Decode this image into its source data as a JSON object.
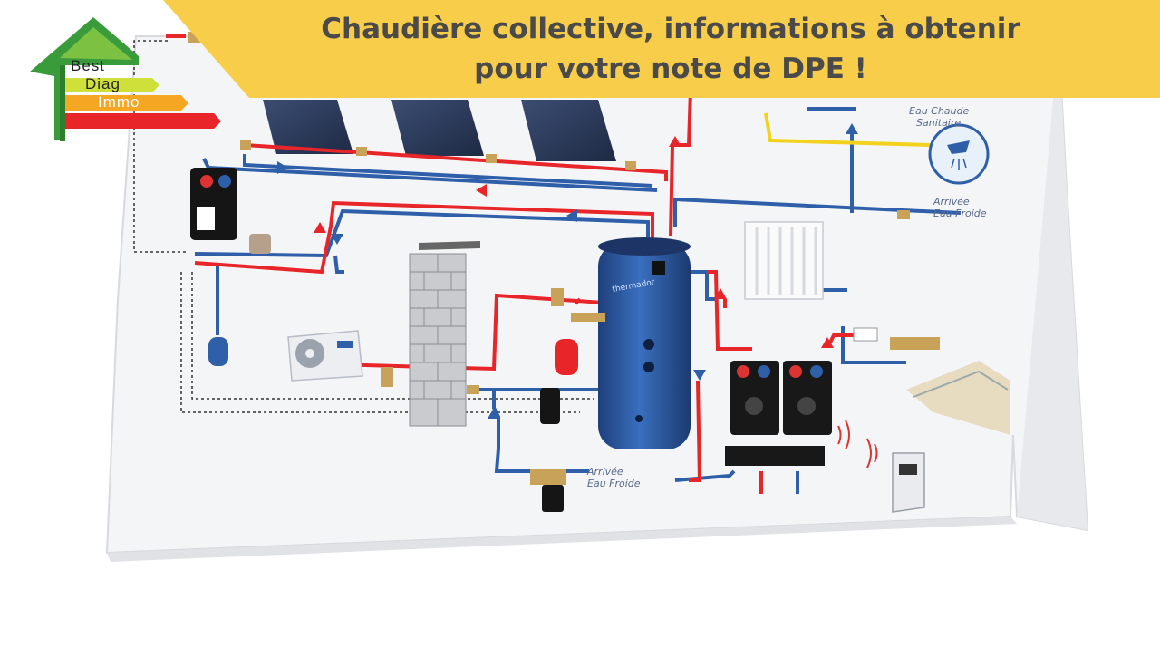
{
  "title": {
    "line1": "Chaudière collective, informations à obtenir",
    "line2": "pour votre note de DPE !"
  },
  "logo": {
    "word1": "Best",
    "word2": "Diag",
    "word3": "Immo"
  },
  "labels": {
    "hot_water_1": "Eau Chaude",
    "hot_water_2": "Sanitaire",
    "cold_in_right_1": "Arrivée",
    "cold_in_right_2": "Eau Froide",
    "cold_in_bottom_1": "Arrivée",
    "cold_in_bottom_2": "Eau Froide",
    "tank_brand": "thermador"
  },
  "colors": {
    "banner": "#f8cd4a",
    "hot_pipe": "#e8262a",
    "cold_pipe": "#2f5fa8",
    "sanitary_pipe": "#f2d21c",
    "tank": "#2d5fa8",
    "panel": "#2a3a5c"
  }
}
